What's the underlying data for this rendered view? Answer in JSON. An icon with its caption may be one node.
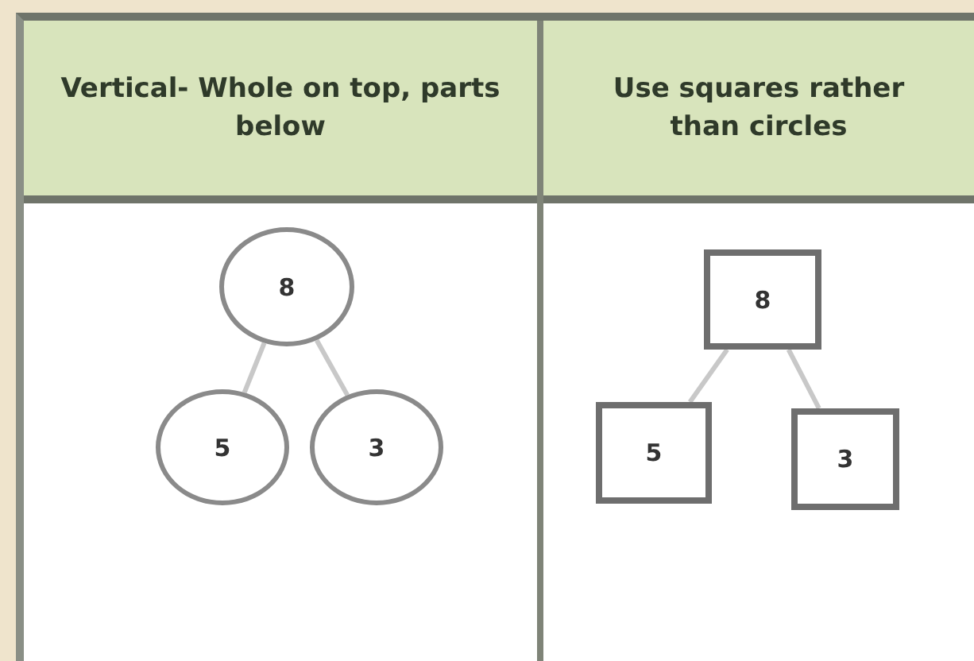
{
  "diagram": {
    "nodes": [
      {
        "text": [
          "8"
        ]
      },
      {
        "text": [
          "5"
        ]
      },
      {
        "text": [
          "3"
        ]
      },
      {
        "text": [
          "8"
        ]
      },
      {
        "text": [
          "5"
        ]
      },
      {
        "text": [
          "3"
        ]
      }
    ],
    "edges": [
      {
        "from": 0,
        "to": 1,
        "arrow": "none"
      },
      {
        "from": 0,
        "to": 2,
        "arrow": "none"
      },
      {
        "from": 3,
        "to": 4,
        "arrow": "none"
      },
      {
        "from": 3,
        "to": 5,
        "arrow": "none"
      }
    ],
    "labels": [
      "Vertical- Whole on top, parts below",
      "Use squares rather than circles"
    ]
  }
}
